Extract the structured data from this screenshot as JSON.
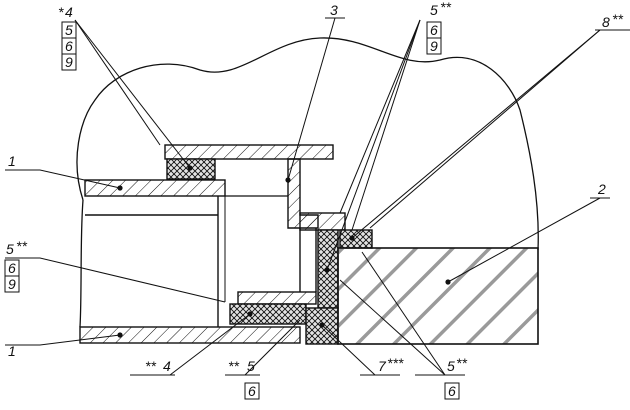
{
  "colors": {
    "line": "#111111",
    "hatch_light": "#9a9a9a",
    "hatch_dark": "#222222",
    "cross_fill": "#d9d9d9",
    "background": "#ffffff"
  },
  "labels": {
    "top_left": {
      "prefix": "*",
      "lines": [
        "4",
        "5",
        "6",
        "9"
      ]
    },
    "top_3": "3",
    "top_right_5": {
      "lines": [
        "5",
        "6",
        "9"
      ],
      "suffix": "**"
    },
    "top_far_right_8": {
      "text": "8",
      "suffix": "**"
    },
    "left_1_top": "1",
    "right_2": "2",
    "left_5": {
      "lines": [
        "5",
        "6",
        "9"
      ],
      "suffix": "**"
    },
    "left_1_bottom": "1",
    "bottom_4": {
      "prefix": "**",
      "text": "4"
    },
    "bottom_5_6": {
      "prefix": "**",
      "lines": [
        "5",
        "6"
      ]
    },
    "bottom_7": {
      "text": "7",
      "suffix": "***"
    },
    "bottom_right_5_6": {
      "lines": [
        "5",
        "6"
      ],
      "suffix": "**"
    }
  }
}
